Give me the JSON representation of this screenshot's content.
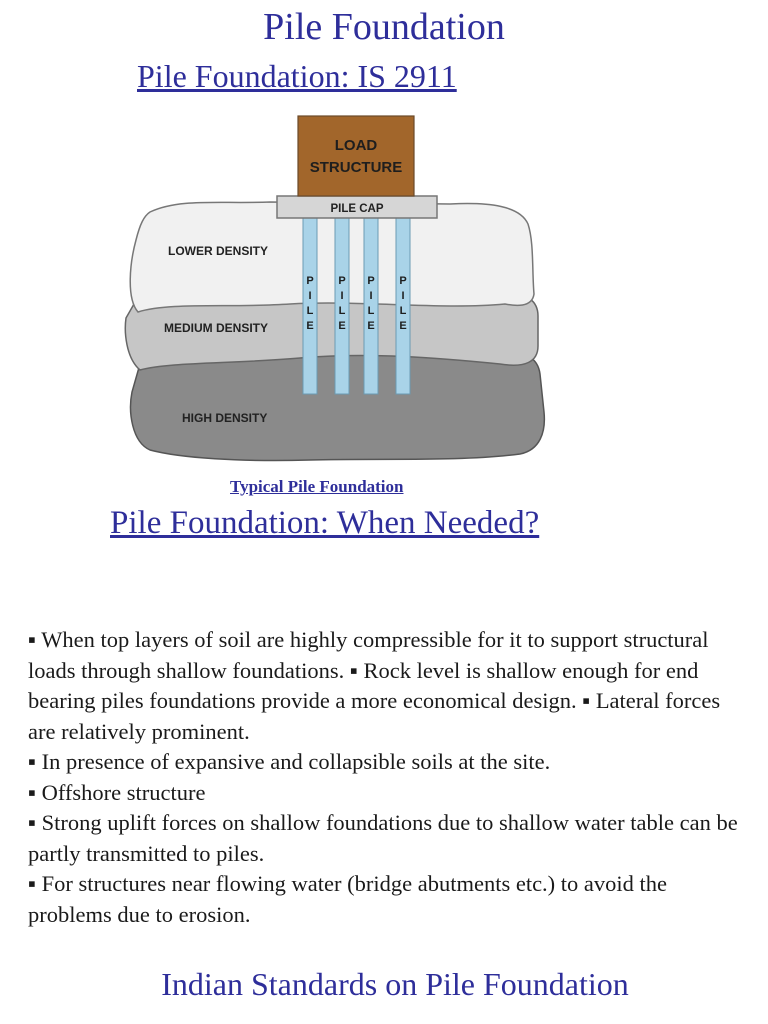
{
  "title": "Pile Foundation",
  "subtitle": "Pile Foundation: IS 2911",
  "figure": {
    "load_structure": [
      "LOAD",
      "STRUCTURE"
    ],
    "pile_cap": "PILE CAP",
    "layers": [
      "LOWER DENSITY",
      "MEDIUM DENSITY",
      "HIGH DENSITY"
    ],
    "pile_letters": [
      "P",
      "I",
      "L",
      "E"
    ],
    "colors": {
      "load_box": "#a2662b",
      "pile_cap": "#d6d6d6",
      "pile": "#a9d3e8",
      "lower_layer": "#f1f1f1",
      "medium_layer": "#c6c6c6",
      "high_layer": "#8a8a8a"
    }
  },
  "caption": "Typical Pile Foundation",
  "when_needed_heading": "Pile Foundation: When Needed?",
  "paragraphs": [
    "▪ When top layers of soil are highly compressible for it to support structural loads through shallow foundations. ▪ Rock level is shallow enough for end bearing piles foundations provide a more economical design. ▪ Lateral forces are relatively prominent.",
    "▪ In presence of expansive and collapsible soils at the site.",
    "▪ Offshore structure",
    "▪ Strong uplift forces on shallow foundations due to shallow water table can be partly transmitted to piles.",
    "▪ For structures near flowing water (bridge abutments etc.) to avoid the problems due to erosion."
  ],
  "footer_heading": "Indian Standards on Pile Foundation"
}
